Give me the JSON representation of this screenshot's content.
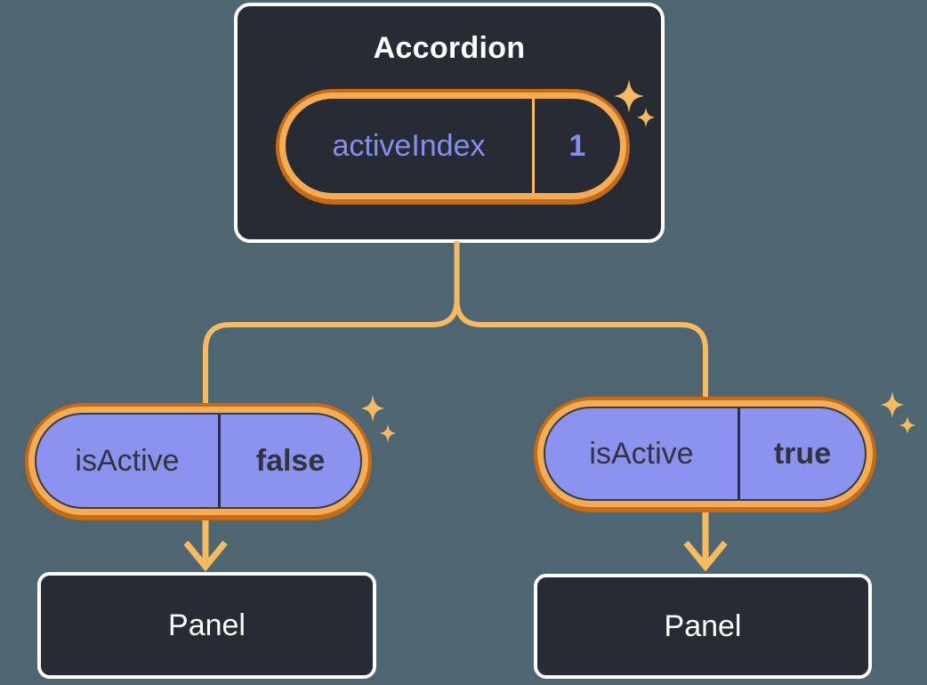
{
  "colors": {
    "canvas_bg": "#4D6671",
    "box_fill": "#262B34",
    "box_border": "#FFFFFF",
    "connector": "#F7BA5F",
    "ring_outer": "#C76A15",
    "ring_inner": "#F4AC55",
    "prop_fill": "#8B93EE",
    "state_text": "#8490EC",
    "dark_text": "#2F343E",
    "title_text": "#FFFFFF"
  },
  "accordion": {
    "title": "Accordion",
    "state": {
      "name": "activeIndex",
      "value": "1"
    }
  },
  "children": [
    {
      "prop": {
        "name": "isActive",
        "value": "false"
      },
      "panel": {
        "label": "Panel"
      }
    },
    {
      "prop": {
        "name": "isActive",
        "value": "true"
      },
      "panel": {
        "label": "Panel"
      }
    }
  ],
  "icons": {
    "sparkle": "sparkle-icon"
  }
}
